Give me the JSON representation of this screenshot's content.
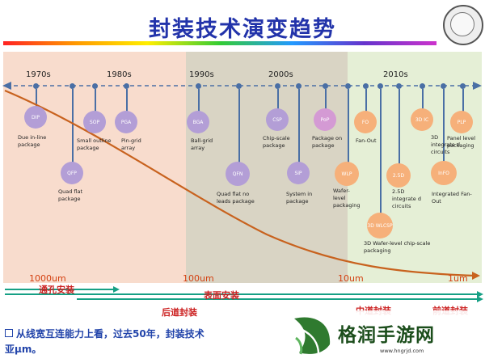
{
  "title": "封装技术演变趋势",
  "decades": [
    "1970s",
    "1980s",
    "1990s",
    "2000s",
    "2010s"
  ],
  "packages": {
    "dip": {
      "code": "DIP",
      "label": "Due in-line package"
    },
    "qfp": {
      "code": "QFP",
      "label": "Quad flat package"
    },
    "sop": {
      "code": "SOP",
      "label": "Small outline package"
    },
    "pga": {
      "code": "PGA",
      "label": "Pin-grid array"
    },
    "bga": {
      "code": "BGA",
      "label": "Ball-grid array"
    },
    "qfn": {
      "code": "QFN",
      "label": "Quad flat no leads package"
    },
    "csp": {
      "code": "CSP",
      "label": "Chip-scale package"
    },
    "sip": {
      "code": "SiP",
      "label": "System in package"
    },
    "pop": {
      "code": "PoP",
      "label": "Package on package"
    },
    "wlp": {
      "code": "WLP",
      "label": "Wafer-level packaging"
    },
    "fo": {
      "code": "FO",
      "label": "Fan-Out"
    },
    "wlcsp": {
      "code": "3D WLCSP",
      "label": "3D Wafer-level chip-scale packaging"
    },
    "d25": {
      "code": "2.5D",
      "label": "2.5D integrate d circuits"
    },
    "d3": {
      "code": "3D IC",
      "label": "3D integrate d circuits"
    },
    "info": {
      "code": "InFO",
      "label": "Integrated Fan-Out"
    },
    "plp": {
      "code": "PLP",
      "label": "Panel level packaging"
    }
  },
  "scale": [
    "1000um",
    "100um",
    "10um",
    "1um"
  ],
  "phases": {
    "through_hole": "通孔安装",
    "surface": "表面安装",
    "back_end": "后道封装",
    "mid_end": "中道封装",
    "front_end": "前道封装"
  },
  "bullet_line1": "从线宽互连能力上看，过去50年，封装技术",
  "bullet_line2": "亚μm。",
  "watermark": {
    "text": "格润手游网",
    "url": "www.hngrjd.com"
  }
}
